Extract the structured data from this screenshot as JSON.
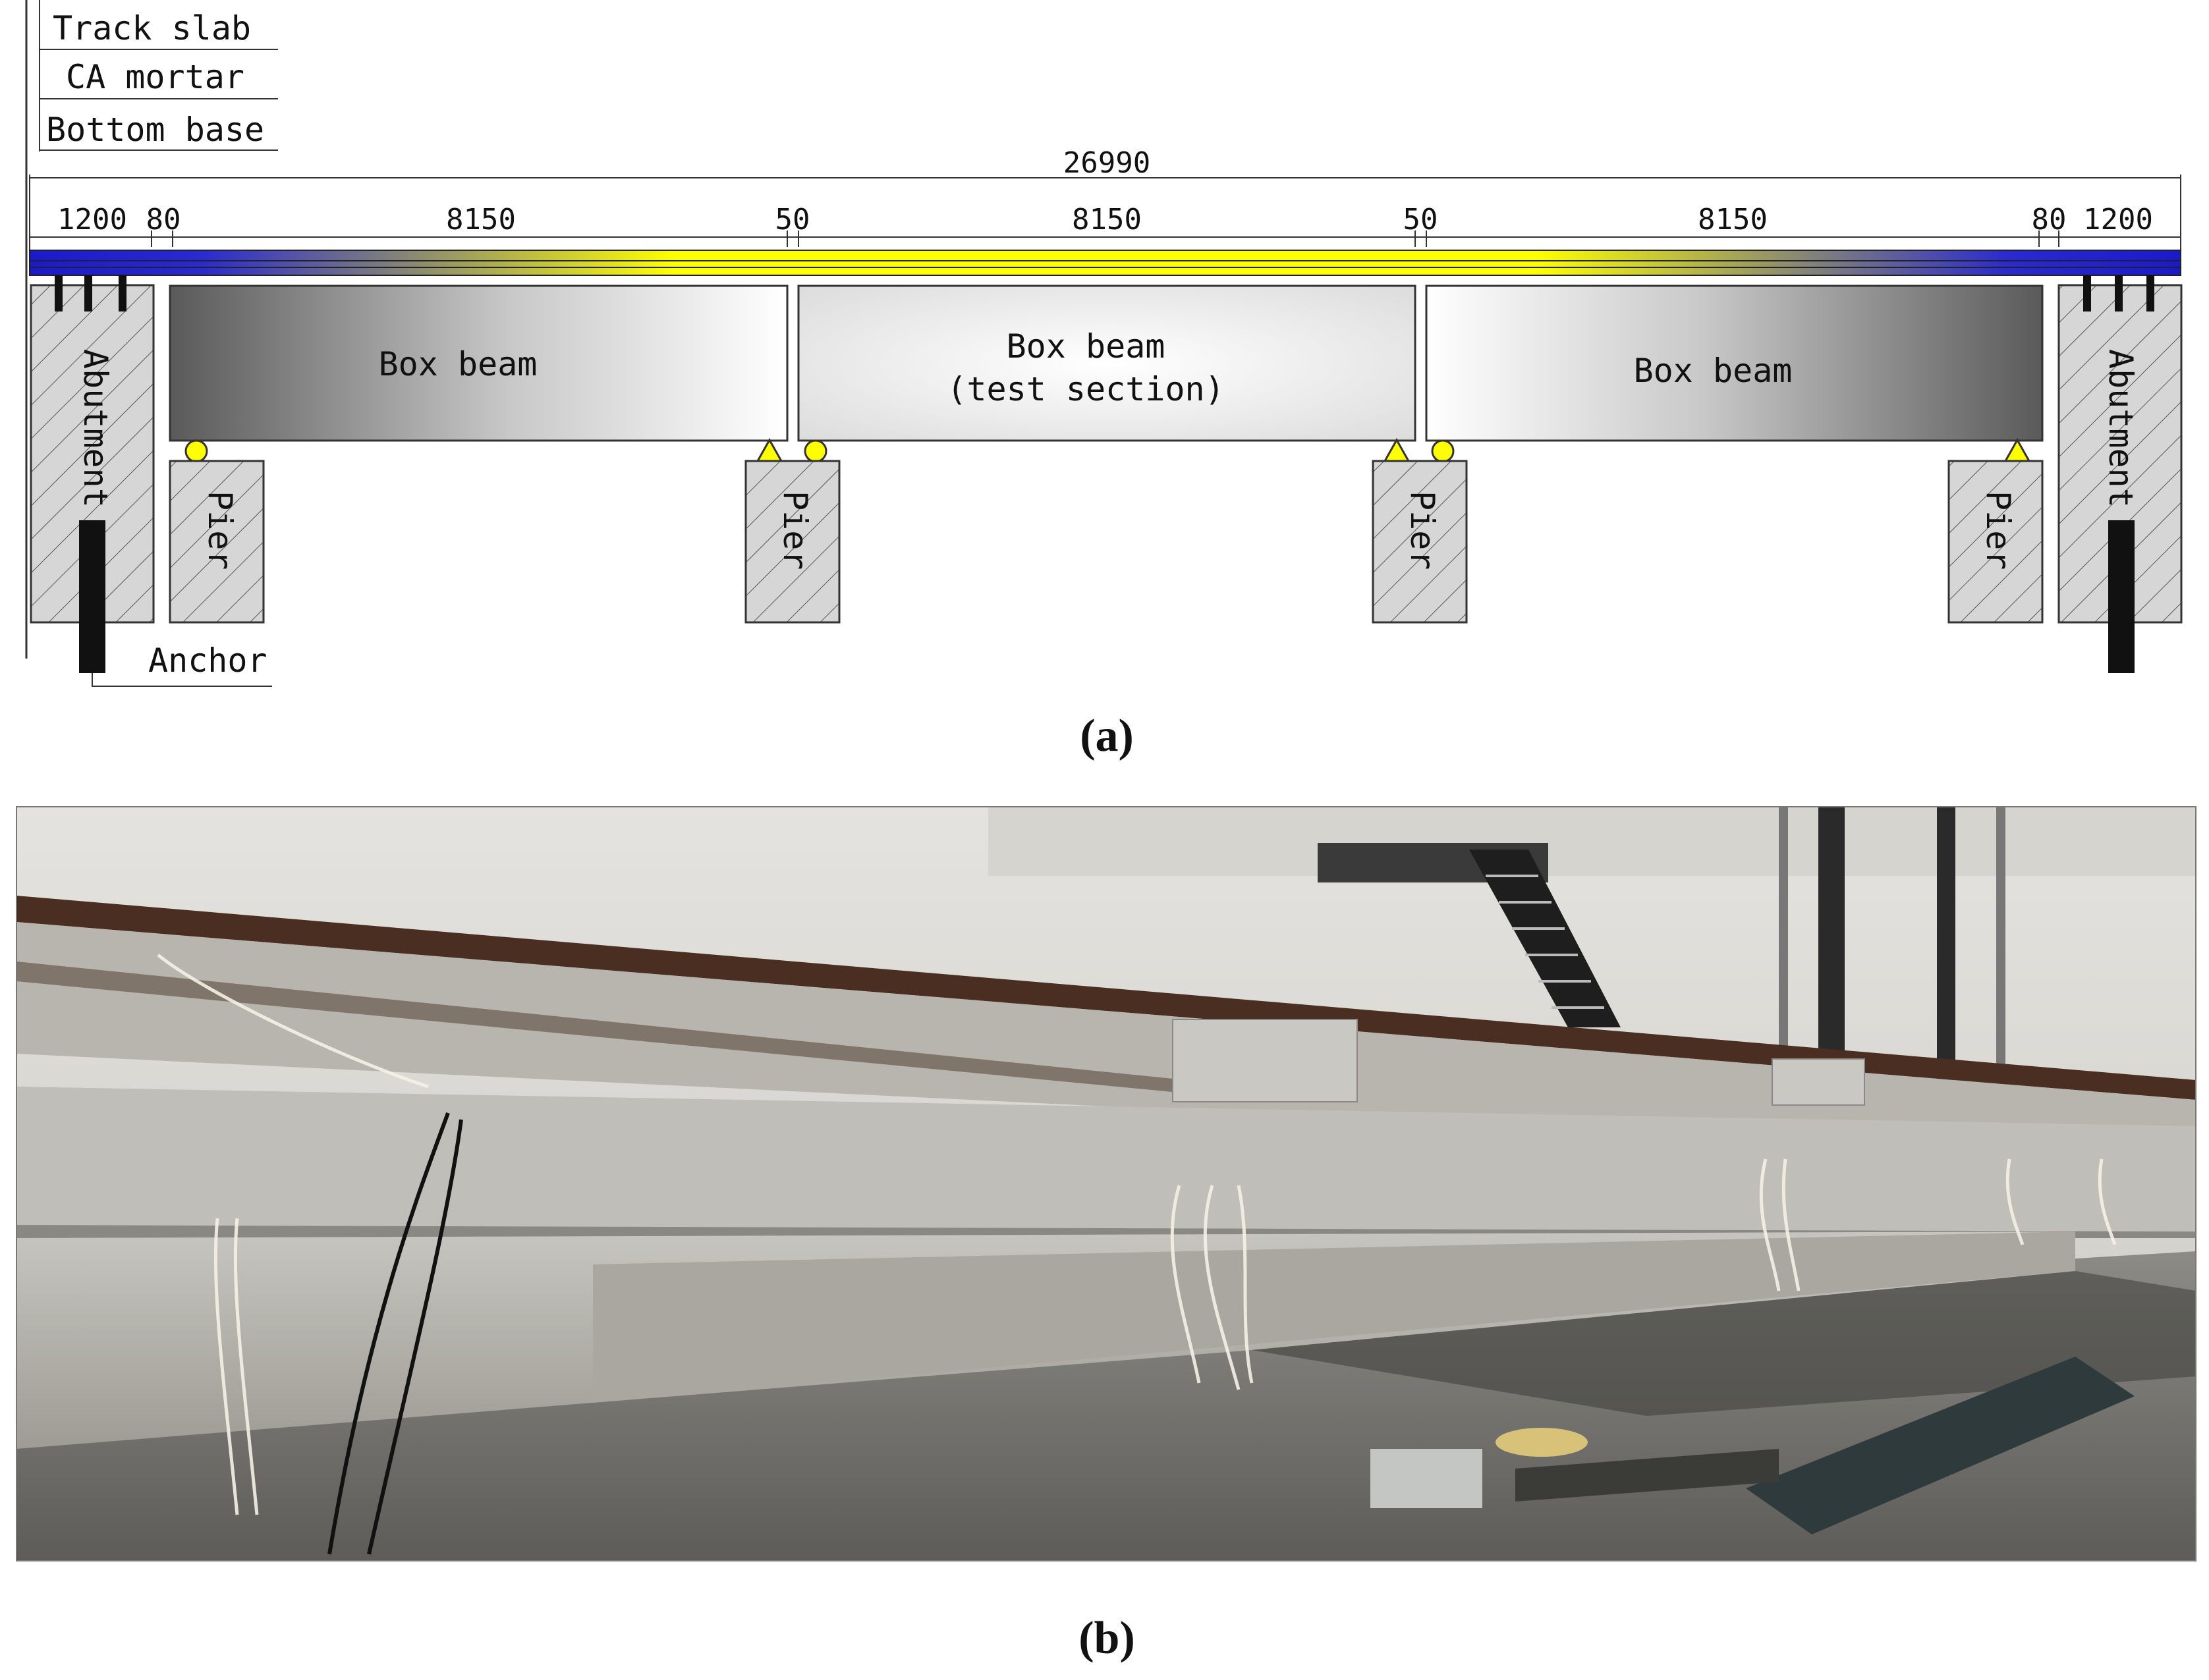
{
  "figure": {
    "panel_a": {
      "caption": "(a)",
      "layer_labels": [
        "Track slab",
        "CA mortar",
        "Bottom base"
      ],
      "total_length": "26990",
      "segment_dims": [
        "1200",
        "80",
        "8150",
        "50",
        "8150",
        "50",
        "8150",
        "80",
        "1200"
      ],
      "box_beam_left": "Box beam",
      "box_beam_center_line1": "Box beam",
      "box_beam_center_line2": "(test section)",
      "box_beam_right": "Box beam",
      "abutment_label": "Abutment",
      "pier_label": "Pier",
      "anchor_label": "Anchor",
      "colors": {
        "track_end": "#1a1acc",
        "track_mid": "#ffff00",
        "pier_fill": "#d3d3d3",
        "support_fill": "#ffff00"
      }
    },
    "panel_b": {
      "caption": "(b)",
      "content": "photo"
    }
  }
}
